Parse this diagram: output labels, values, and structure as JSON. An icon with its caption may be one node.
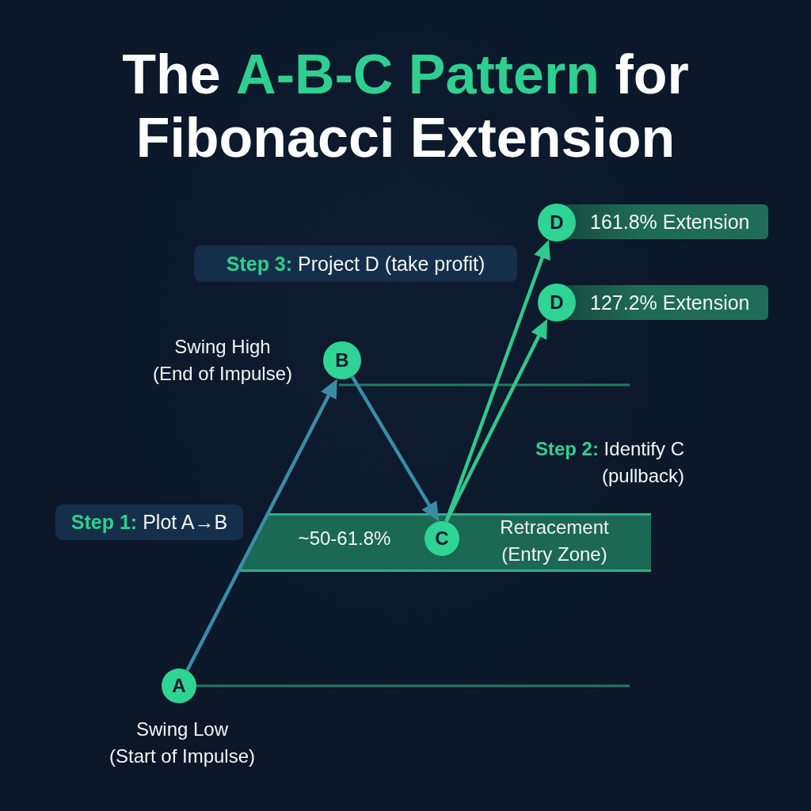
{
  "diagram": {
    "title": "The **A-B-C Pattern** for Fibonacci Extension",
    "nodes": [
      {
        "text": [
          "**Step 3:** Project D (take profit)"
        ]
      },
      {
        "text": [
          "D"
        ]
      },
      {
        "text": [
          "161.8% Extension"
        ]
      },
      {
        "text": [
          "D"
        ]
      },
      {
        "text": [
          "127.2% Extension"
        ]
      },
      {
        "text": [
          "B"
        ],
        "beside": [
          "Swing High (End of Impulse)"
        ]
      },
      {
        "text": [
          "**Step 1:** Plot A→B"
        ]
      },
      {
        "text": [
          "~50-61.8%",
          "Retracement (Entry Zone)"
        ]
      },
      {
        "text": [
          "C"
        ],
        "in": 7
      },
      {
        "text": [
          "A"
        ],
        "beside": [
          "Swing Low (Start of Impulse)"
        ]
      }
    ],
    "edges": [
      {
        "from": 9,
        "to": 5,
        "arrow": "to",
        "color": "#3a8ca6"
      },
      {
        "from": 5,
        "to": 8,
        "arrow": "to",
        "color": "#3a8ca6"
      },
      {
        "from": 8,
        "to": 1,
        "arrow": "to"
      },
      {
        "from": 8,
        "to": 3,
        "arrow": "to"
      }
    ],
    "labels": [
      "**Step 2:** Identify C (pullback)"
    ]
  }
}
